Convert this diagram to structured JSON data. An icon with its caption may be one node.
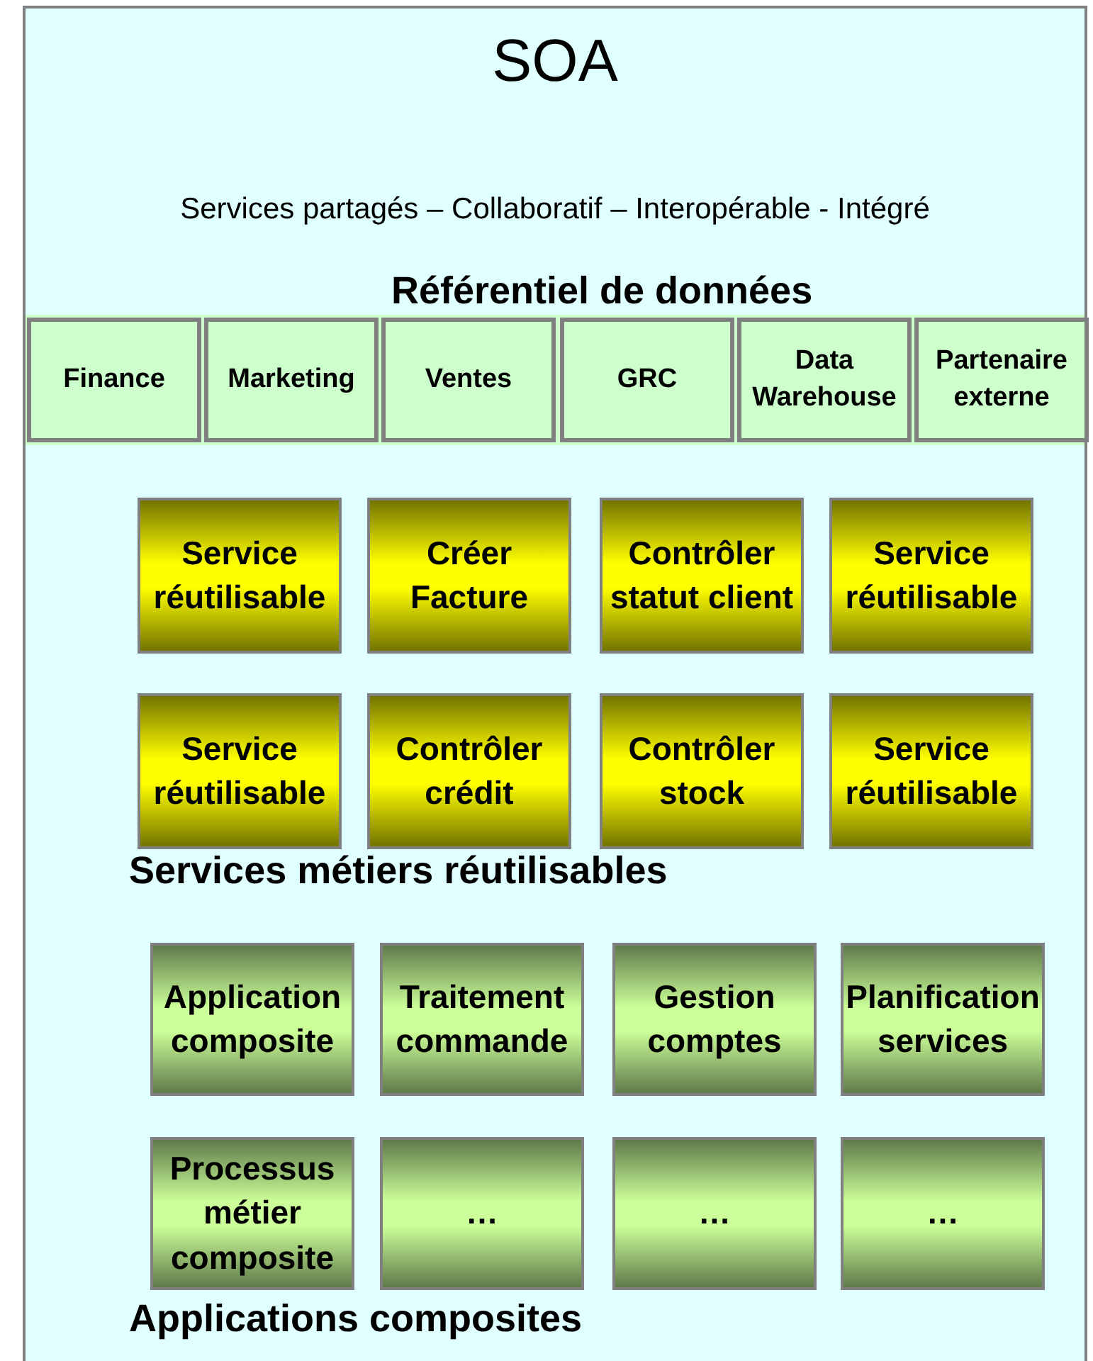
{
  "diagram": {
    "nodes": [
      {
        "text": [
          "SOA",
          "Services partagés – Collaboratif – Interopérable - Intégré"
        ]
      },
      {
        "text": [
          "Finance"
        ],
        "in": 0
      },
      {
        "text": [
          "Marketing"
        ],
        "in": 0
      },
      {
        "text": [
          "Ventes"
        ],
        "in": 0
      },
      {
        "text": [
          "GRC"
        ],
        "in": 0
      },
      {
        "text": [
          "Data Warehouse"
        ],
        "in": 0
      },
      {
        "text": [
          "Partenaire externe"
        ],
        "in": 0
      },
      {
        "text": [
          "Service réutilisable"
        ],
        "in": 0
      },
      {
        "text": [
          "Créer Facture"
        ],
        "in": 0
      },
      {
        "text": [
          "Contrôler statut client"
        ],
        "in": 0
      },
      {
        "text": [
          "Service réutilisable"
        ],
        "in": 0
      },
      {
        "text": [
          "Service réutilisable"
        ],
        "in": 0
      },
      {
        "text": [
          "Contrôler crédit"
        ],
        "in": 0
      },
      {
        "text": [
          "Contrôler stock"
        ],
        "in": 0
      },
      {
        "text": [
          "Service réutilisable"
        ],
        "in": 0
      },
      {
        "text": [
          "Application composite"
        ],
        "in": 0
      },
      {
        "text": [
          "Traitement commande"
        ],
        "in": 0
      },
      {
        "text": [
          "Gestion comptes"
        ],
        "in": 0
      },
      {
        "text": [
          "Planification services"
        ],
        "in": 0
      },
      {
        "text": [
          "Processus métier composite"
        ],
        "in": 0
      },
      {
        "text": [
          "…"
        ],
        "in": 0
      },
      {
        "text": [
          "…"
        ],
        "in": 0
      },
      {
        "text": [
          "…"
        ],
        "in": 0
      }
    ],
    "edges": [],
    "labels": [
      "Référentiel de données",
      "Services métiers réutilisables",
      "Applications composites"
    ]
  }
}
